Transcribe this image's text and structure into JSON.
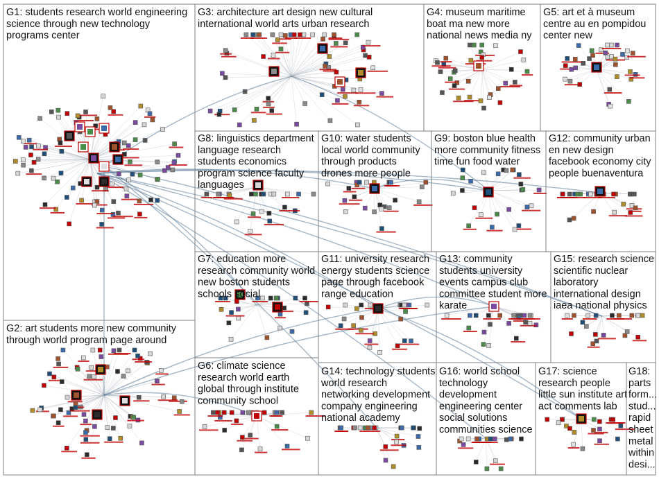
{
  "groups": [
    {
      "id": "G1",
      "label": "G1: students research world engineering science through new technology programs center"
    },
    {
      "id": "G2",
      "label": "G2: art students more new community through world program page around"
    },
    {
      "id": "G3",
      "label": "G3: architecture art design new cultural international world arts urban research"
    },
    {
      "id": "G4",
      "label": "G4: museum maritime boat ma new more national news media ny"
    },
    {
      "id": "G5",
      "label": "G5: art et à museum centre au en pompidou center new"
    },
    {
      "id": "G6",
      "label": "G6: climate science research world earth global through institute community school"
    },
    {
      "id": "G7",
      "label": "G7: education more research community world new boston students schools social"
    },
    {
      "id": "G8",
      "label": "G8: linguistics department language research students economics program science faculty languages"
    },
    {
      "id": "G9",
      "label": "G9: boston blue health more community fitness time fun food water"
    },
    {
      "id": "G10",
      "label": "G10: water students local world community through products drones more people"
    },
    {
      "id": "G11",
      "label": "G11: university research energy students science page through facebook range education"
    },
    {
      "id": "G12",
      "label": "G12: community urban en new design facebook economy city people buenaventura"
    },
    {
      "id": "G13",
      "label": "G13: community students university events campus club committee student more karate"
    },
    {
      "id": "G14",
      "label": "G14: technology students world research networking development company engineering national academy"
    },
    {
      "id": "G15",
      "label": "G15: research science scientific nuclear laboratory international design iaea national physics"
    },
    {
      "id": "G16",
      "label": "G16: world school technology development engineering center social solutions communities science"
    },
    {
      "id": "G17",
      "label": "G17: science research people little sun institute art act comments lab"
    },
    {
      "id": "G18",
      "label": "G18: parts form... stud... rapid sheet metal within desi..."
    }
  ],
  "colors": {
    "hub_red": "#c00000",
    "edge_gray": "#9fa9b3",
    "edge_blue": "#5b7b99",
    "frame": "#7f7f7f"
  }
}
